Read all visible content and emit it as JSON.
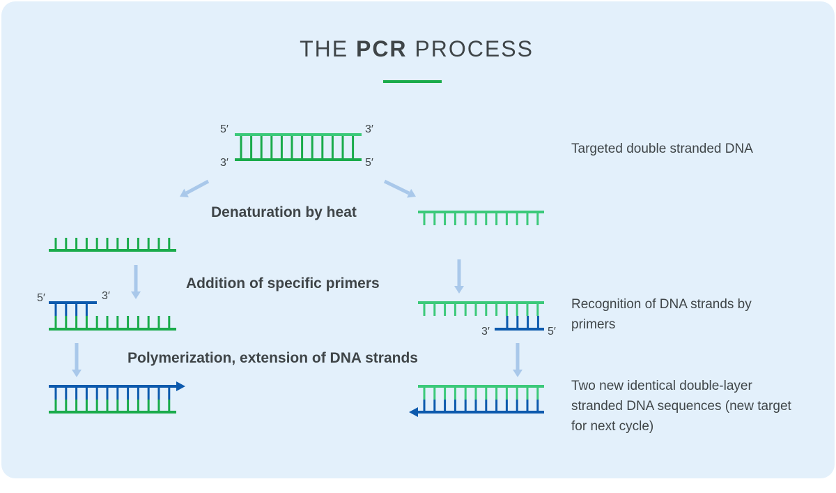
{
  "title": {
    "prefix": "THE ",
    "emphasis": "PCR",
    "suffix": " PROCESS"
  },
  "steps": {
    "denaturation": "Denaturation by heat",
    "primers": "Addition of specific primers",
    "polymerization": "Polymerization, extension of DNA strands"
  },
  "descriptions": {
    "target": "Targeted double stranded DNA",
    "recognition": "Recognition of DNA strands by primers",
    "result": "Two new identical double-layer stranded DNA sequences (new target for next cycle)"
  },
  "end_labels": {
    "top_left_5": "5′",
    "top_right_3": "3′",
    "top_left_3": "3′",
    "top_right_5": "5′",
    "primer_left_5": "5′",
    "primer_left_3": "3′",
    "primer_right_3": "3′",
    "primer_right_5": "5′"
  },
  "colors": {
    "strand_green": "#1aab4b",
    "strand_light_green": "#3cc97a",
    "primer_blue": "#0d5aad",
    "arrow_blue": "#a9c8ea",
    "text": "#3f4548",
    "panel": "#e3f0fb"
  }
}
